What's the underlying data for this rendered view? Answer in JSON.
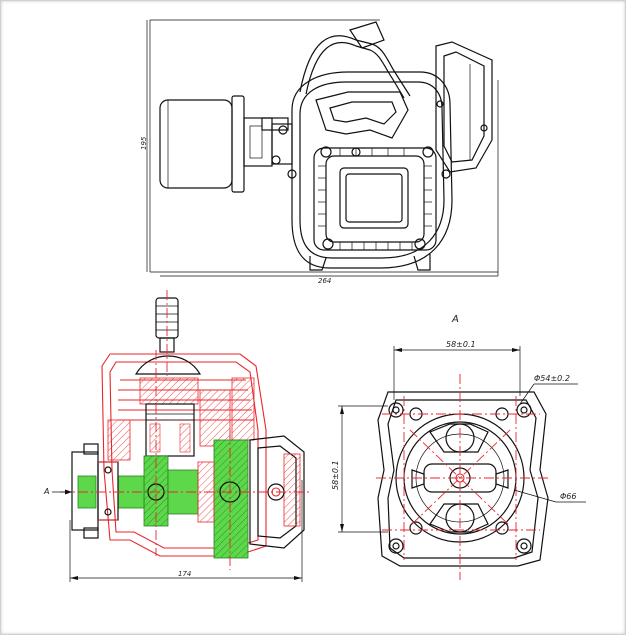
{
  "top_view": {
    "height_dim": "195",
    "width_dim": "264"
  },
  "section_view": {
    "view_arrow": "A",
    "length_dim": "174"
  },
  "view_a": {
    "title": "A",
    "dim_width": "58±0.1",
    "dim_height": "58±0.1",
    "dim_bolt_circle": "Φ54±0.2",
    "dim_bore": "Φ66"
  },
  "colors": {
    "line": "#111111",
    "section": "#e8262c",
    "fill": "#5cd84a"
  }
}
